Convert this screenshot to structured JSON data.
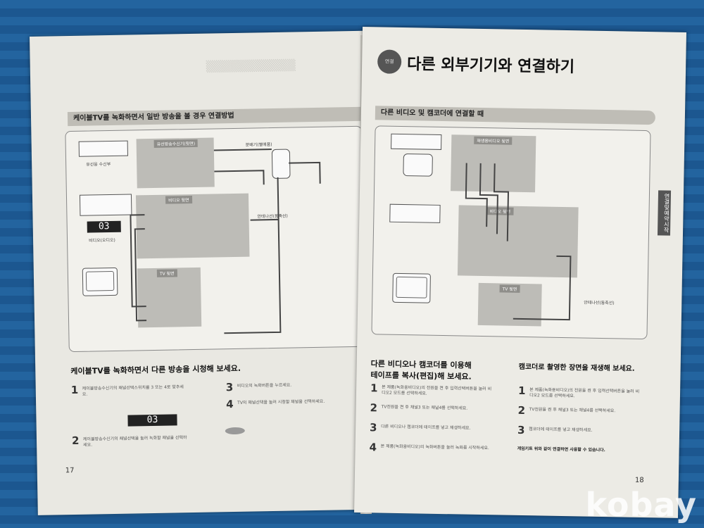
{
  "left": {
    "section_title": "케이블TV를 녹화하면서 일반 방송을 볼 경우 연결방법",
    "labels": {
      "cable_receiver": "유선방송수신기(뒷면)",
      "splitter": "분배기(별매품)",
      "antenna_cable": "안테나선(동축선)",
      "vcr_rear": "비디오 뒷면",
      "tv_rear": "TV 뒷면",
      "cable_box": "유선용 수신부",
      "video_label": "비디오(오디오)"
    },
    "display": "03",
    "sub_heading": "케이블TV를 녹화하면서 다른 방송을 시청해 보세요.",
    "steps": [
      {
        "num": "1",
        "text": "케이블방송수신기의 채널선택스위치를 3 또는 4로 맞추세요."
      },
      {
        "num": "2",
        "text": "케이블방송수신기의 채널선택을 눌러 녹화할 채널을 선택하세요."
      },
      {
        "num": "3",
        "text": "비디오의 녹화버튼을 누르세요."
      },
      {
        "num": "4",
        "text": "TV의 채널선택을 눌러 시청할 채널을 선택하세요."
      }
    ],
    "display2": "03",
    "page_number": "17"
  },
  "right": {
    "title": "다른 외부기기와 연결하기",
    "icon_text": "연결",
    "section_title": "다른 비디오 및 캠코더에 연결할 때",
    "labels": {
      "external_rear": "재생용비디오 뒷면",
      "vcr_rear": "비디오 뒷면",
      "tv_rear": "TV 뒷면",
      "antenna_cable": "안테나선(동축선)"
    },
    "sub_heading_left_1": "다른 비디오나 캠코더를 이용해",
    "sub_heading_left_2": "테이프를 복사(편집)해 보세요.",
    "sub_heading_right": "캠코더로 촬영한 장면을 재생해 보세요.",
    "steps_left": [
      {
        "num": "1",
        "text": "본 제품(녹화용비디오)의 전원을 켠 후 입력선택버튼을 눌러 비디오2 모드를 선택하세요."
      },
      {
        "num": "2",
        "text": "TV전원을 켠 후 채널3 또는 채널4를 선택하세요."
      },
      {
        "num": "3",
        "text": "다른 비디오나 캠코더에 테이프를 넣고 재생하세요."
      },
      {
        "num": "4",
        "text": "본 제품(녹화용비디오)의 녹화버튼을 눌러 녹화를 시작하세요."
      }
    ],
    "steps_right": [
      {
        "num": "1",
        "text": "본 제품(녹화용비디오)의 전원을 켠 후 입력선택버튼을 눌러 비디오2 모드를 선택하세요."
      },
      {
        "num": "2",
        "text": "TV전원을 켠 후 채널3 또는 채널4를 선택하세요."
      },
      {
        "num": "3",
        "text": "캠코더에 테이프를 넣고 재생하세요."
      }
    ],
    "note": "게임키트 위와 같이 연결하면 사용할 수 있습니다.",
    "side_tab": "연결및예약시작",
    "page_number": "18"
  },
  "watermark": "kobay"
}
